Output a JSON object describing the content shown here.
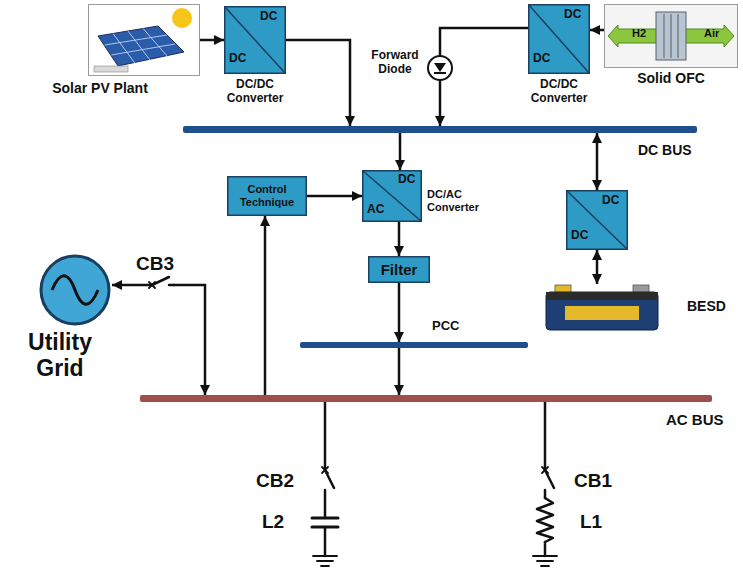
{
  "diagram": {
    "nodes": [
      {
        "text": [
          "Solar PV Plant"
        ]
      },
      {
        "text": [
          "DC",
          "DC",
          "DC/DC Converter"
        ]
      },
      {
        "text": [
          "Forward Diode"
        ]
      },
      {
        "text": [
          "DC",
          "DC",
          "DC/DC Converter"
        ]
      },
      {
        "text": [
          "Solid OFC"
        ]
      },
      {
        "text": [
          "DC BUS"
        ]
      },
      {
        "text": [
          "Control Technique"
        ]
      },
      {
        "text": [
          "DC",
          "AC",
          "DC/AC Converter"
        ]
      },
      {
        "text": [
          "DC",
          "DC"
        ]
      },
      {
        "text": [
          "BESD"
        ]
      },
      {
        "text": [
          "Filter"
        ]
      },
      {
        "text": [
          "PCC"
        ]
      },
      {
        "text": [
          "Utility Grid"
        ]
      },
      {
        "text": [
          "AC BUS"
        ]
      }
    ],
    "edges": [
      {
        "from": 0,
        "to": 1,
        "arrow": "to"
      },
      {
        "from": 1,
        "to": 5,
        "arrow": "to"
      },
      {
        "from": 3,
        "to": 2,
        "arrow": "none"
      },
      {
        "from": 2,
        "to": 5,
        "arrow": "to"
      },
      {
        "from": 4,
        "to": 3,
        "arrow": "to"
      },
      {
        "from": 5,
        "to": 7,
        "arrow": "to"
      },
      {
        "from": 5,
        "to": 8,
        "arrow": "both"
      },
      {
        "from": 8,
        "to": 9,
        "arrow": "both"
      },
      {
        "from": 6,
        "to": 7,
        "arrow": "to"
      },
      {
        "from": 7,
        "to": 10,
        "arrow": "to"
      },
      {
        "from": 10,
        "to": 11,
        "arrow": "to"
      },
      {
        "from": 11,
        "to": 13,
        "arrow": "to"
      },
      {
        "from": 13,
        "to": 6,
        "arrow": "to"
      },
      {
        "from": 12,
        "to": 13,
        "arrow": "both"
      }
    ],
    "labels": [
      "H2",
      "Air",
      "CB3",
      "CB2",
      "CB1",
      "L2",
      "L1"
    ]
  }
}
